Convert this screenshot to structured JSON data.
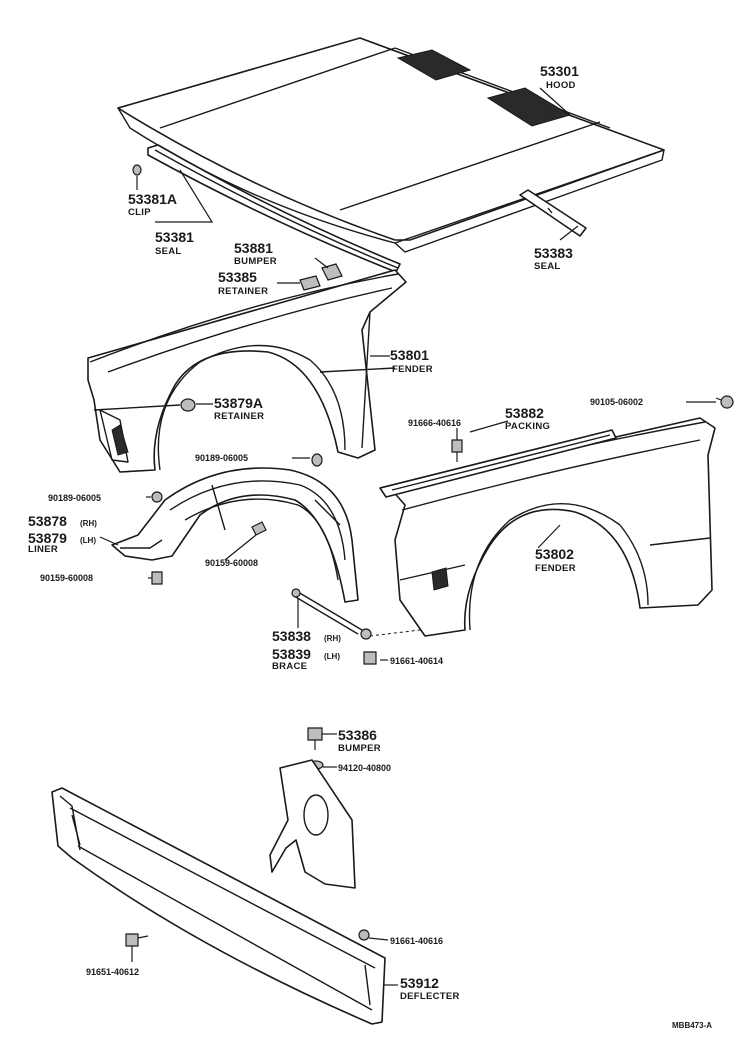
{
  "parts": {
    "hood": {
      "number": "53301",
      "name": "HOOD"
    },
    "clip": {
      "number": "53381A",
      "name": "CLIP"
    },
    "seal_front": {
      "number": "53381",
      "name": "SEAL"
    },
    "seal_rear": {
      "number": "53383",
      "name": "SEAL"
    },
    "bumper_hood": {
      "number": "53881",
      "name": "BUMPER"
    },
    "retainer_hood": {
      "number": "53385",
      "name": "RETAINER"
    },
    "fender_lh": {
      "number": "53801",
      "name": "FENDER"
    },
    "retainer_fender": {
      "number": "53879A",
      "name": "RETAINER"
    },
    "packing": {
      "number": "53882",
      "name": "PACKING"
    },
    "bolt_packing": {
      "number": "91666-40616"
    },
    "bolt_fender_top": {
      "number": "90105-06002"
    },
    "clip_liner_upper": {
      "number": "90189-06005"
    },
    "clip_liner_left": {
      "number": "90189-06005"
    },
    "liner_rh": {
      "number": "53878",
      "suffix": "(RH)"
    },
    "liner_lh": {
      "number": "53879",
      "suffix": "(LH)",
      "name": "LINER"
    },
    "screw_liner_mid": {
      "number": "90159-60008"
    },
    "screw_liner_left": {
      "number": "90159-60008"
    },
    "fender_rh": {
      "number": "53802",
      "name": "FENDER"
    },
    "brace_rh": {
      "number": "53838",
      "suffix": "(RH)"
    },
    "brace_lh": {
      "number": "53839",
      "suffix": "(LH)",
      "name": "BRACE"
    },
    "bolt_brace": {
      "number": "91661-40614"
    },
    "bumper_cushion": {
      "number": "53386",
      "name": "BUMPER"
    },
    "washer": {
      "number": "94120-40800"
    },
    "bolt_deflecter_right": {
      "number": "91661-40616"
    },
    "bolt_deflecter_left": {
      "number": "91651-40612"
    },
    "deflecter": {
      "number": "53912",
      "name": "DEFLECTER"
    }
  },
  "figure_code": "MBB473-A"
}
